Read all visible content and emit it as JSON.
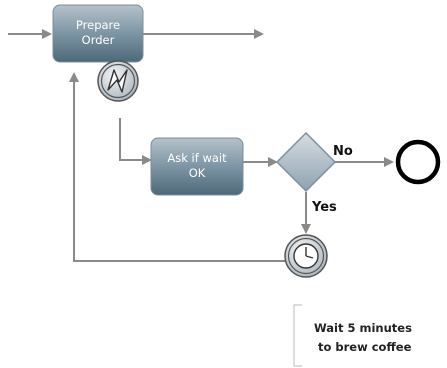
{
  "diagram": {
    "tasks": {
      "prepare_order": {
        "line1": "Prepare",
        "line2": "Order"
      },
      "ask_wait": {
        "line1": "Ask if wait",
        "line2": "OK"
      }
    },
    "flows": {
      "no_label": "No",
      "yes_label": "Yes"
    },
    "annotation": {
      "line1": "Wait 5 minutes",
      "line2": "to brew coffee"
    },
    "icons": {
      "error_event": "lightning-bolt-icon",
      "timer_event": "clock-icon",
      "end_event": "end-event-circle",
      "gateway": "exclusive-gateway-diamond"
    },
    "colors": {
      "task_top": "#a9b8c2",
      "task_bottom": "#4f6a7b",
      "line": "#8a8a8a",
      "end_stroke": "#000000"
    }
  }
}
